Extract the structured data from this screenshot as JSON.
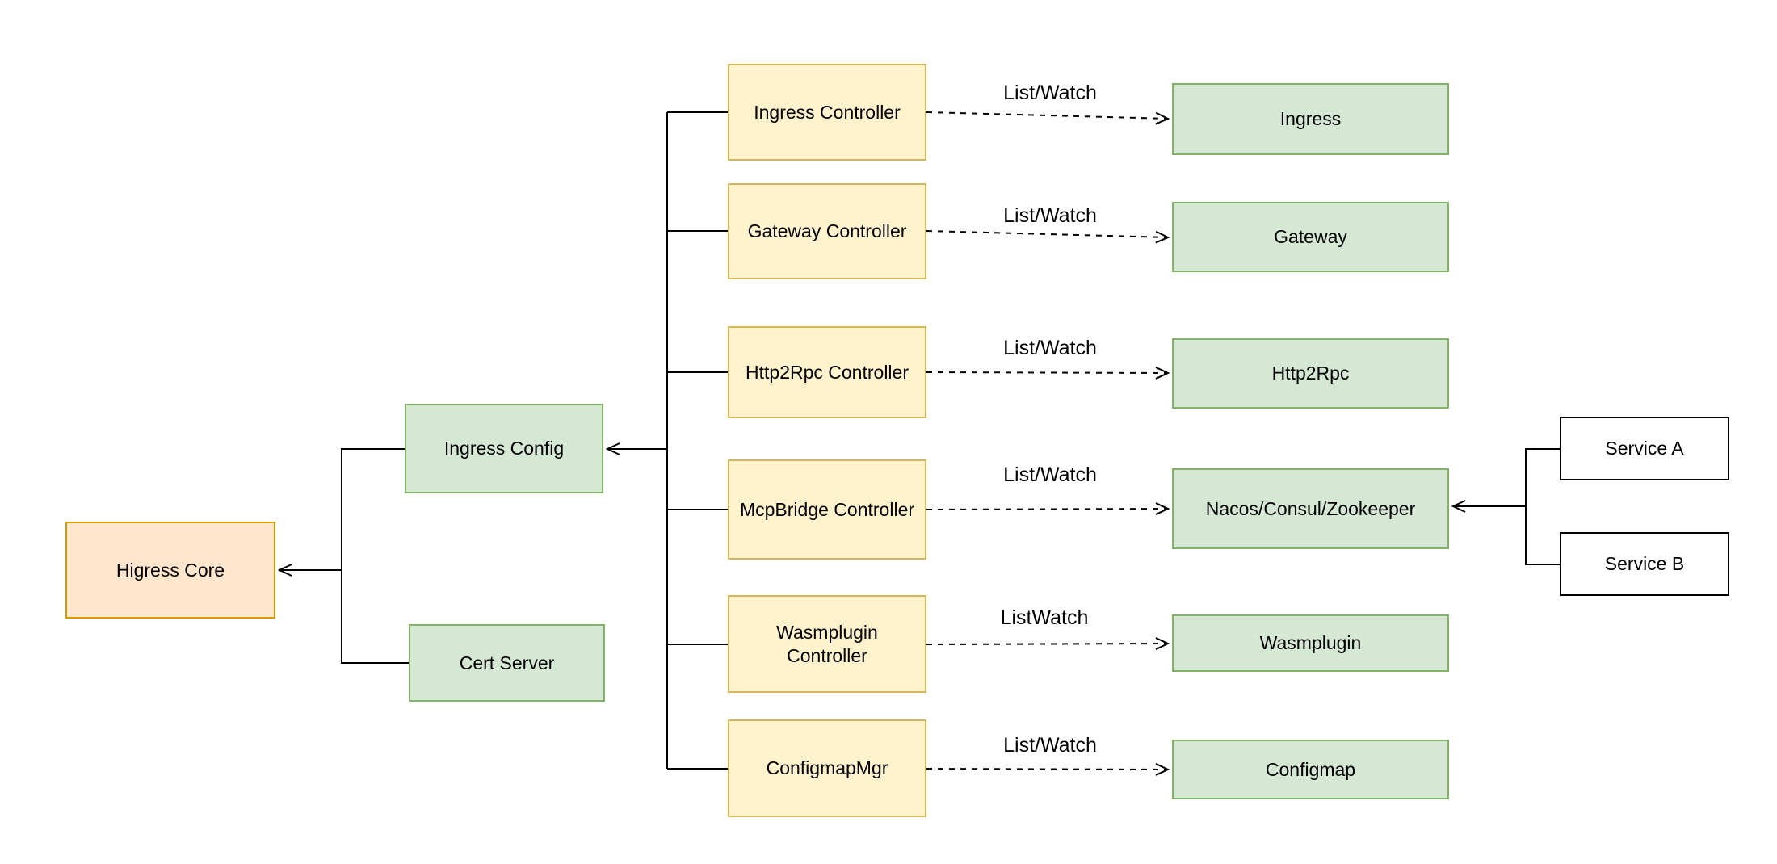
{
  "diagram": {
    "colors": {
      "core_fill": "#ffe6cc",
      "core_border": "#d79b00",
      "controller_fill": "#fff2cc",
      "controller_border": "#d6b656",
      "resource_fill": "#d5e8d4",
      "resource_border": "#82b366",
      "service_fill": "#ffffff",
      "service_border": "#000000",
      "line": "#000000"
    },
    "nodes": {
      "higress_core": {
        "label": "Higress Core"
      },
      "ingress_config": {
        "label": "Ingress Config"
      },
      "cert_server": {
        "label": "Cert Server"
      },
      "ingress_controller": {
        "label": "Ingress Controller"
      },
      "gateway_controller": {
        "label": "Gateway Controller"
      },
      "http2rpc_controller": {
        "label": "Http2Rpc Controller"
      },
      "mcpbridge_controller": {
        "label": "McpBridge Controller"
      },
      "wasmplugin_controller": {
        "label": "Wasmplugin Controller"
      },
      "configmapmgr": {
        "label": "ConfigmapMgr"
      },
      "ingress": {
        "label": "Ingress"
      },
      "gateway": {
        "label": "Gateway"
      },
      "http2rpc": {
        "label": "Http2Rpc"
      },
      "nacos_consul_zookeeper": {
        "label": "Nacos/Consul/Zookeeper"
      },
      "wasmplugin": {
        "label": "Wasmplugin"
      },
      "configmap": {
        "label": "Configmap"
      },
      "service_a": {
        "label": "Service A"
      },
      "service_b": {
        "label": "Service B"
      }
    },
    "edges": {
      "ingress": {
        "label": "List/Watch"
      },
      "gateway": {
        "label": "List/Watch"
      },
      "http2rpc": {
        "label": "List/Watch"
      },
      "mcpbridge": {
        "label": "List/Watch"
      },
      "wasmplugin": {
        "label": "ListWatch"
      },
      "configmap": {
        "label": "List/Watch"
      }
    }
  }
}
